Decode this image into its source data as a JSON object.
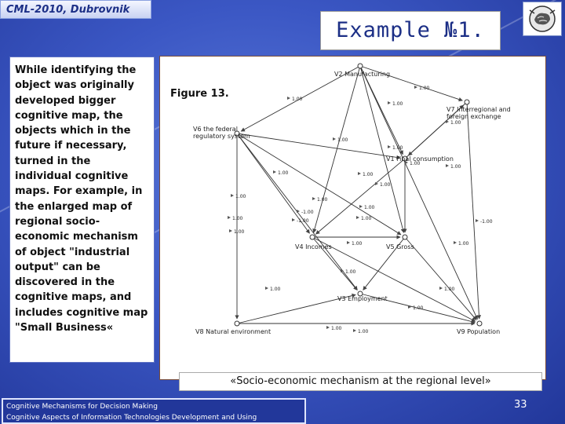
{
  "header": {
    "conference": "CML-2010, Dubrovnik",
    "title": "Example №1."
  },
  "body_text": "While identifying the object was originally developed bigger cognitive map, the objects which in the future if necessary, turned in the individual cognitive maps. For example, in the enlarged map of regional socio-economic mechanism of object \"industrial output\" can be discovered in the cognitive maps, and includes cognitive map \"Small Business«",
  "figure": {
    "label": "Figure 13.",
    "nodes": [
      {
        "id": "V2",
        "label": "V2 Manufacturing"
      },
      {
        "id": "V7",
        "label": "V7 Interregional and foreign exchange"
      },
      {
        "id": "V6",
        "label": "V6 the federal regulatory system"
      },
      {
        "id": "V1",
        "label": "V1 Final consumption"
      },
      {
        "id": "V4",
        "label": "V4 Incomes"
      },
      {
        "id": "V5",
        "label": "V5 Gross"
      },
      {
        "id": "V3",
        "label": "V3 Employment"
      },
      {
        "id": "V8",
        "label": "V8 Natural environment"
      },
      {
        "id": "V9",
        "label": "V9 Population"
      }
    ],
    "weights": [
      "1.00",
      "1.00",
      "1.00",
      "1.00",
      "1.00",
      "1.00",
      "1.00",
      "1.00",
      "1.00",
      "1.00",
      "1.00",
      "1.00",
      "1.00",
      "-1.00",
      "-1.00",
      "1.00",
      "1.00",
      "1.00",
      "1.00",
      "-1.00",
      "1.00",
      "1.00",
      "1.00",
      "1.00",
      "1.00",
      "1.00",
      "1.00",
      "1.00"
    ]
  },
  "caption": "«Socio-economic mechanism at the regional level»",
  "footer": {
    "line1": "Cognitive Mechanisms for Decision Making",
    "line2": "Cognitive Aspects of Information Technologies Development and Using"
  },
  "page_number": "33"
}
